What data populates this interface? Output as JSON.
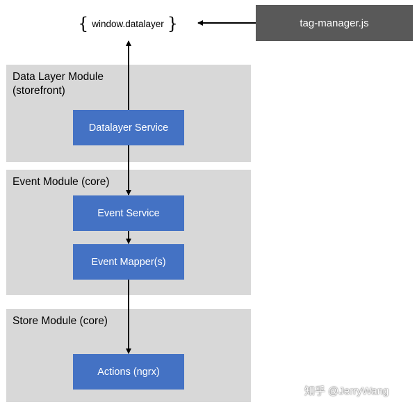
{
  "external": {
    "datalayer_label": "window.datalayer",
    "tag_manager_label": "tag-manager.js"
  },
  "modules": [
    {
      "title": "Data Layer Module\n(storefront)",
      "services": [
        "Datalayer Service"
      ]
    },
    {
      "title": "Event Module (core)",
      "services": [
        "Event Service",
        "Event Mapper(s)"
      ]
    },
    {
      "title": "Store Module (core)",
      "services": [
        "Actions (ngrx)"
      ]
    }
  ],
  "watermark": "知乎 @JerryWang",
  "colors": {
    "module_background": "#d8d8d8",
    "service_box": "#4472c4",
    "tag_manager_box": "#595959",
    "arrow": "#000000"
  }
}
